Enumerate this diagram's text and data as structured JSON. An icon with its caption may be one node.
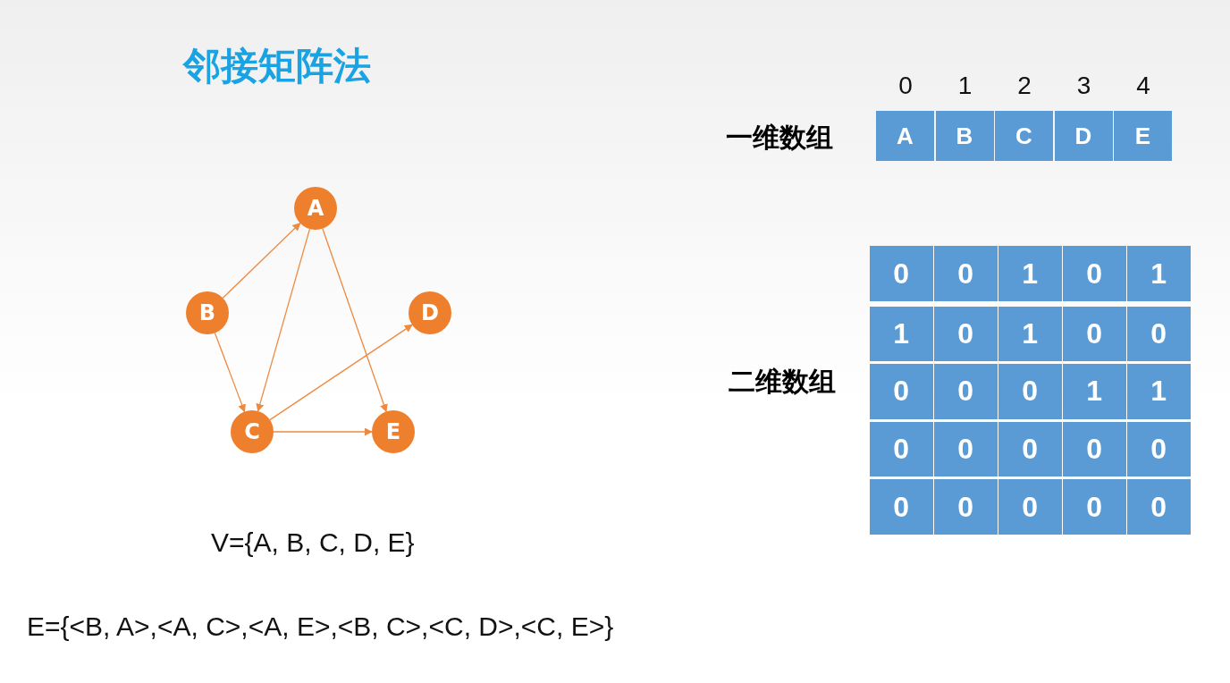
{
  "diagram": {
    "title": "邻接矩阵法",
    "nodes": [
      {
        "text": [
          "A"
        ]
      },
      {
        "text": [
          "B"
        ]
      },
      {
        "text": [
          "C"
        ]
      },
      {
        "text": [
          "D"
        ]
      },
      {
        "text": [
          "E"
        ]
      }
    ],
    "edges": [
      {
        "from": 1,
        "to": 0,
        "arrow": "to"
      },
      {
        "from": 0,
        "to": 2,
        "arrow": "to"
      },
      {
        "from": 0,
        "to": 4,
        "arrow": "to"
      },
      {
        "from": 1,
        "to": 2,
        "arrow": "to"
      },
      {
        "from": 2,
        "to": 3,
        "arrow": "to"
      },
      {
        "from": 2,
        "to": 4,
        "arrow": "to"
      }
    ],
    "labels": [
      "0",
      "1",
      "2",
      "3",
      "4",
      "一维数组",
      "A",
      "B",
      "C",
      "D",
      "E",
      "二维数组",
      "0",
      "0",
      "1",
      "0",
      "1",
      "1",
      "0",
      "1",
      "0",
      "0",
      "0",
      "0",
      "0",
      "1",
      "1",
      "0",
      "0",
      "0",
      "0",
      "0",
      "0",
      "0",
      "0",
      "0",
      "0",
      "V={A, B, C, D, E}",
      "E={<B, A>,<A, C>,<A, E>,<B, C>,<C, D>,<C, E>}"
    ]
  }
}
